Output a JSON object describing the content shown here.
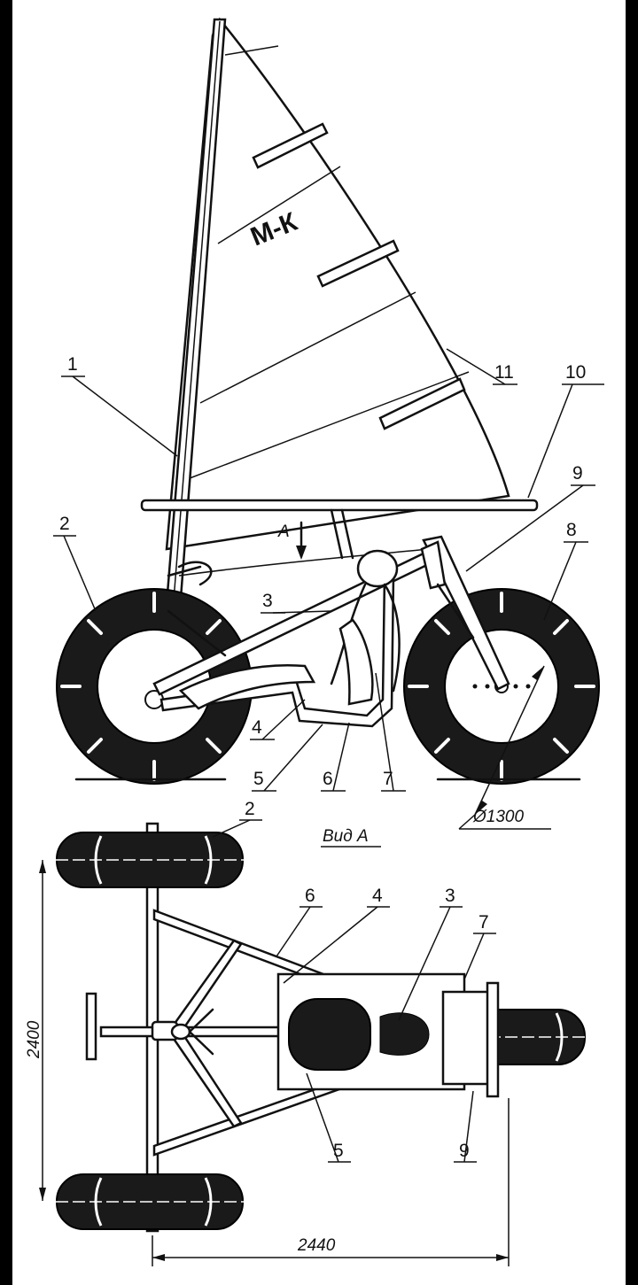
{
  "sail": {
    "marking": "М-К"
  },
  "labels": {
    "side": [
      "1",
      "2",
      "3",
      "4",
      "5",
      "6",
      "7",
      "8",
      "9",
      "10",
      "11"
    ],
    "top": [
      "2",
      "6",
      "4",
      "3",
      "7",
      "5",
      "9"
    ]
  },
  "view_title": "Вид А",
  "view_arrow_letter": "А",
  "dimensions": {
    "wheel_diameter": "Ø1300",
    "track_width": "2400",
    "wheelbase": "2440"
  },
  "colors": {
    "ink": "#111111",
    "tire": "#1a1a1a",
    "paper": "#ffffff",
    "frame": "#000000"
  }
}
